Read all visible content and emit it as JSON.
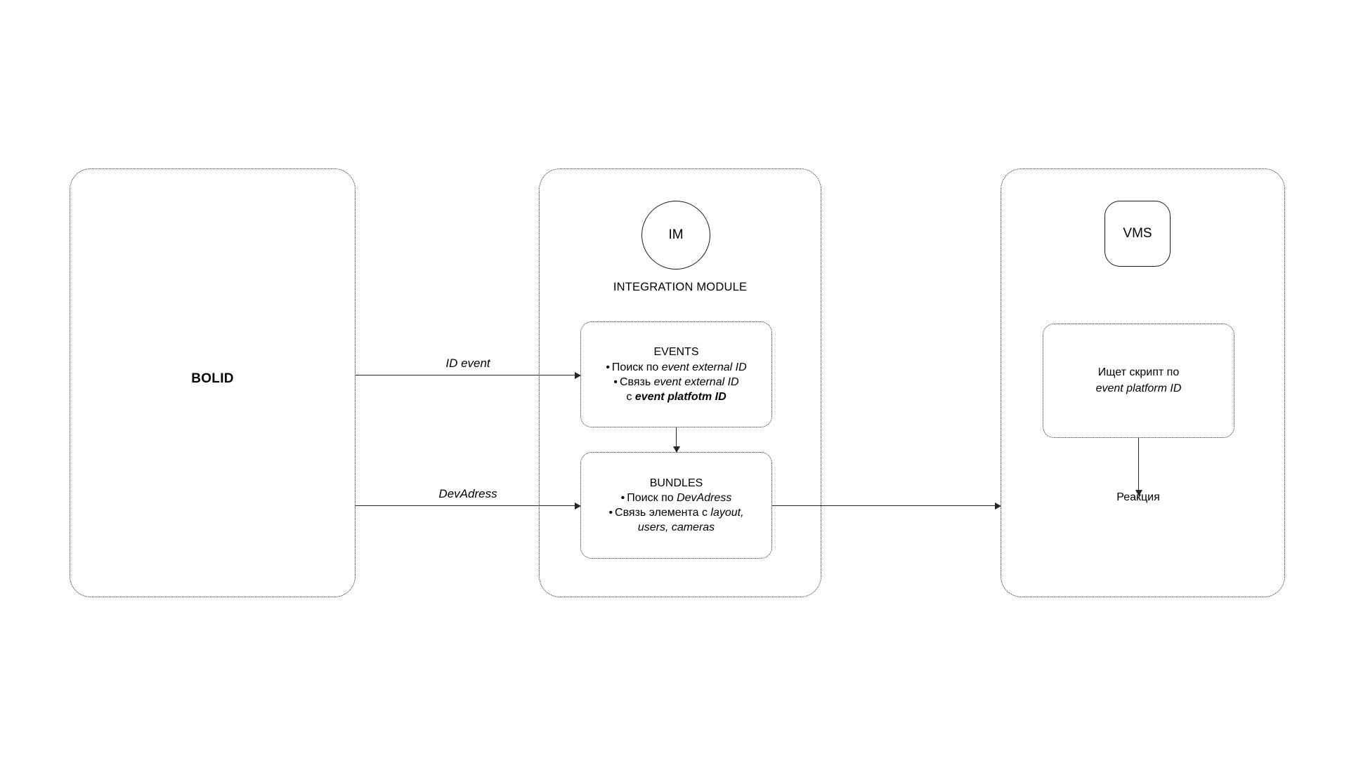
{
  "diagram": {
    "panels": {
      "bolid": {
        "label": "BOLID"
      },
      "integration_module": {
        "node_label": "IM",
        "caption": "INTEGRATION MODULE",
        "events_box": {
          "title": "EVENTS",
          "bullet_dot": "•",
          "bullets": [
            {
              "prefix": "Поиск по ",
              "emphasis": "event external ID",
              "style": "italic"
            },
            {
              "prefix": "Связь ",
              "emphasis": "event external ID",
              "style": "italic"
            }
          ],
          "continuation_prefix": "с ",
          "continuation_emphasis": "event platfotm ID"
        },
        "bundles_box": {
          "title": "BUNDLES",
          "bullet_dot": "•",
          "bullets": [
            {
              "prefix": "Поиск по ",
              "emphasis": "DevAdress",
              "style": "italic"
            },
            {
              "prefix": "Связь элемента с ",
              "emphasis": "layout,",
              "style": "italic"
            }
          ],
          "continuation_emphasis": "users, cameras"
        }
      },
      "vms": {
        "node_label": "VMS",
        "script_box": {
          "line1": "Ищет скрипт  по",
          "line2": "event platform ID"
        },
        "reaction_label": "Реакция"
      }
    },
    "arrows": {
      "id_event_label": "ID event",
      "devadress_label": "DevAdress"
    },
    "colors": {
      "stroke": "#262626",
      "dotted_border": "#2b2b2b",
      "background": "#ffffff",
      "text": "#000000"
    }
  }
}
